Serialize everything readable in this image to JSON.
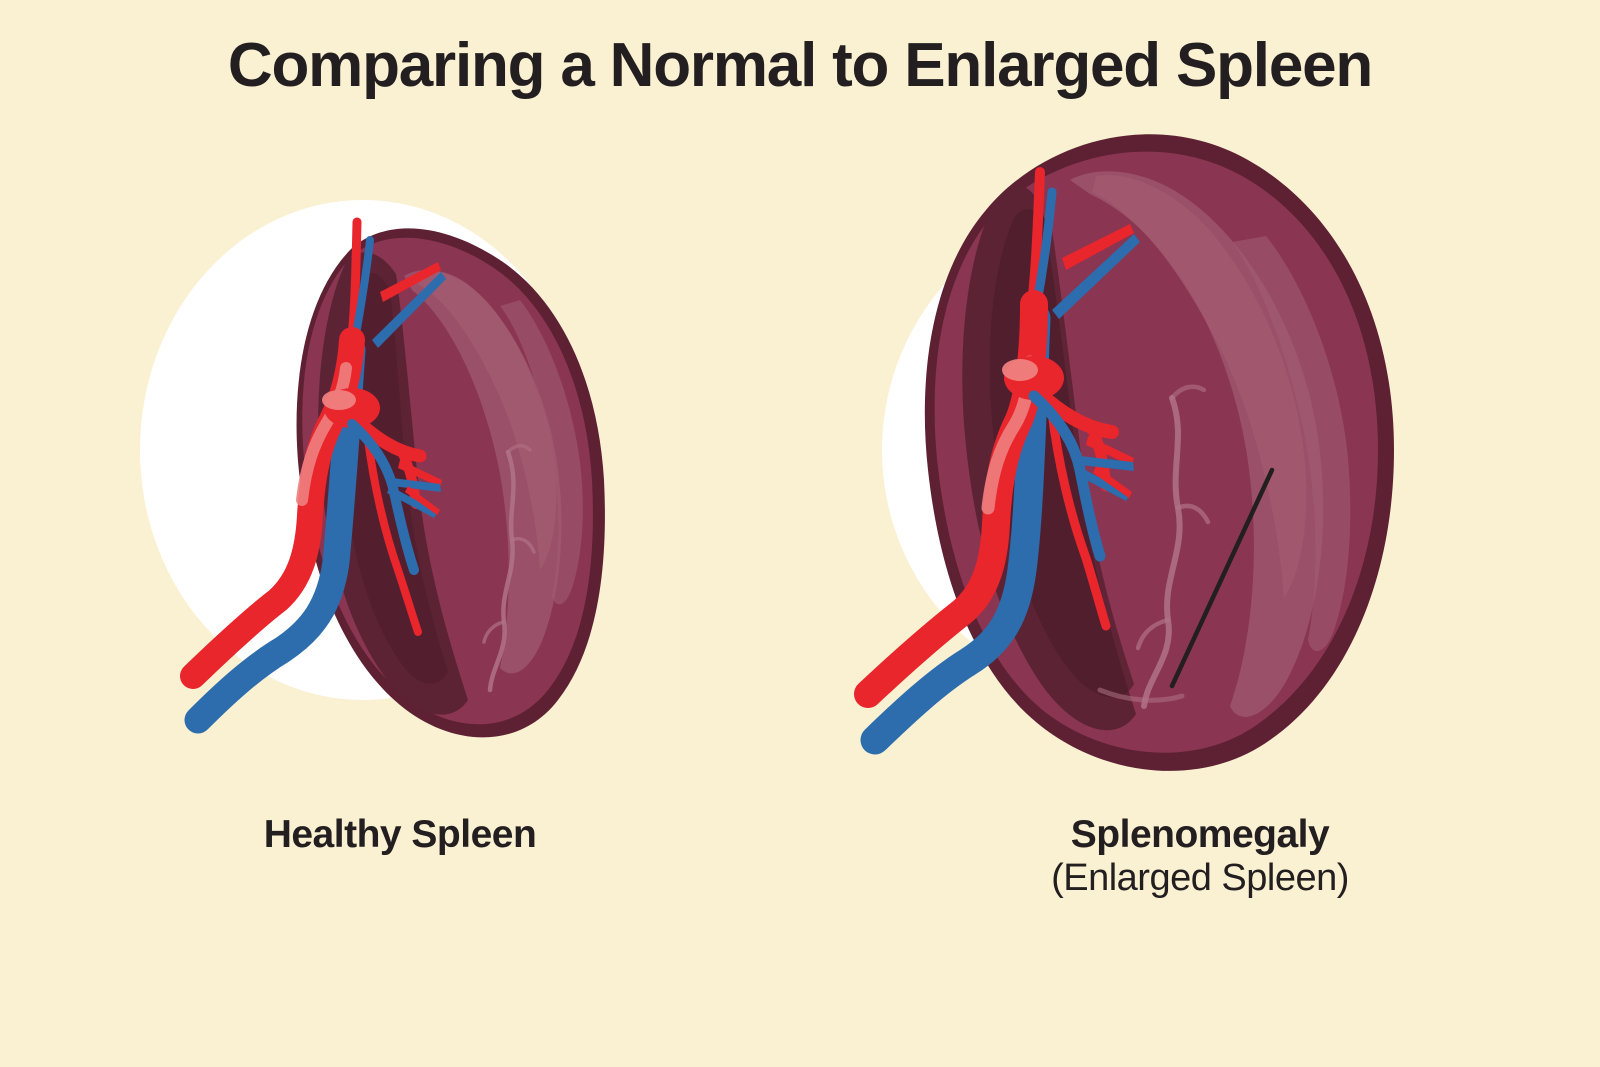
{
  "page": {
    "title": "Comparing a Normal to Enlarged Spleen",
    "background_color": "#FAF0D2",
    "text_color": "#231F20"
  },
  "panels": [
    {
      "id": "healthy",
      "caption_main": "Healthy Spleen",
      "caption_sub": ""
    },
    {
      "id": "splenomegaly",
      "caption_main": "Splenomegaly",
      "caption_sub": "(Enlarged Spleen)"
    }
  ],
  "colors": {
    "background": "#FAF0D2",
    "circle": "#FFFFFF",
    "spleen_rim": "#5E2033",
    "spleen_base": "#8A3552",
    "spleen_mid": "#7C3148",
    "spleen_dark": "#5C2334",
    "spleen_highlight": "#9A5068",
    "spleen_highlight_soft": "#A35C72",
    "artery": "#E8262C",
    "artery_highlight": "#F08080",
    "vein": "#2D6CAD",
    "leader_line": "#231F20"
  },
  "annotations": {
    "leader_line_label": "pointer to enlarged spleen body"
  }
}
